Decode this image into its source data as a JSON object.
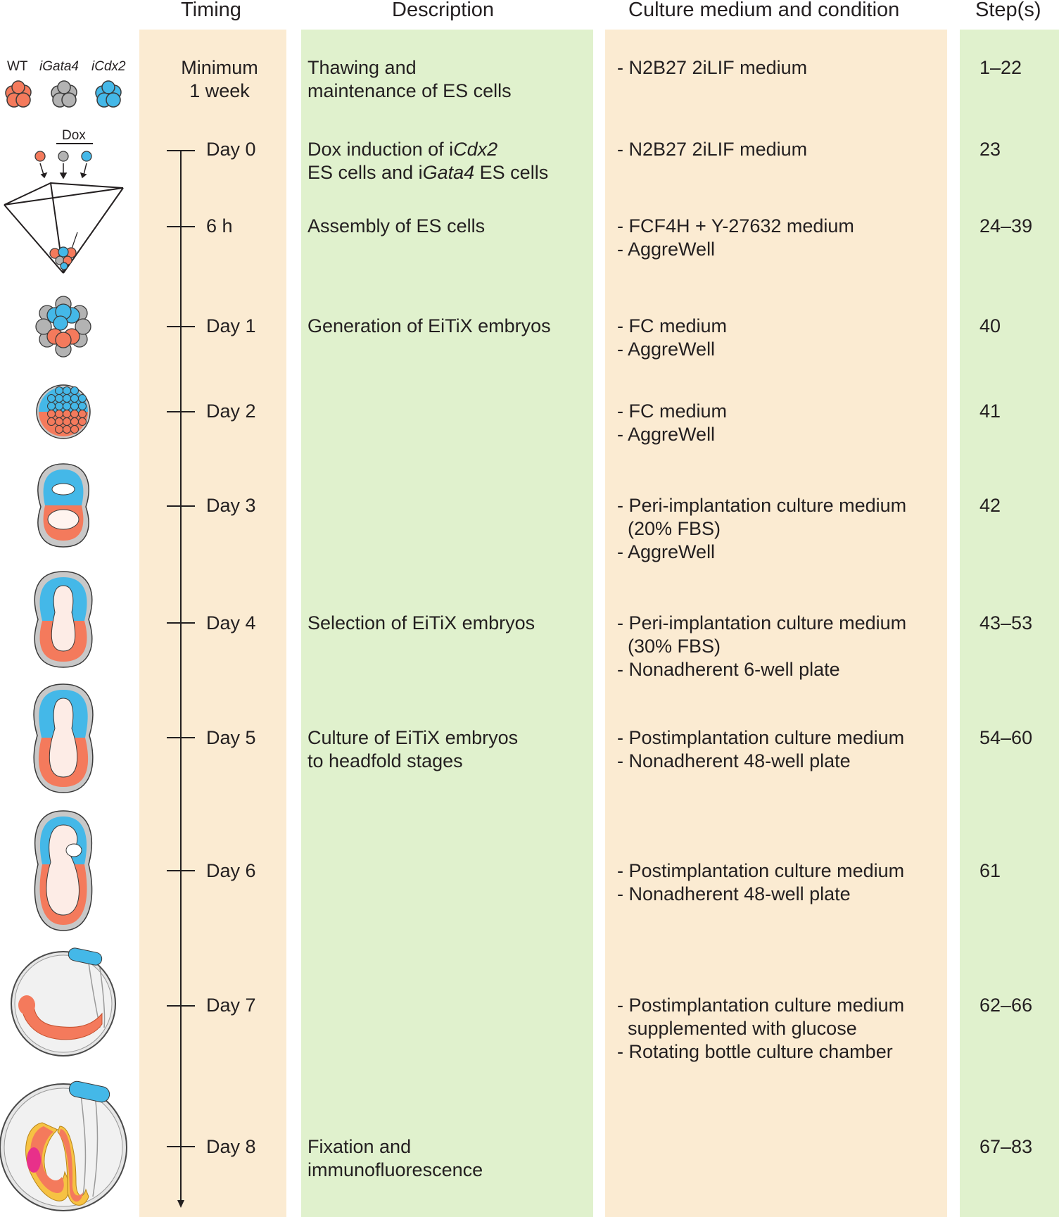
{
  "headers": {
    "timing": "Timing",
    "description": "Description",
    "medium": "Culture medium and condition",
    "steps": "Step(s)"
  },
  "illustration_labels": {
    "wt": "WT",
    "igata4": "iGata4",
    "icdx2": "iCdx2",
    "dox": "Dox"
  },
  "colors": {
    "timing_bg": "#fbebd2",
    "description_bg": "#e0f1cd",
    "medium_bg": "#fbebd2",
    "steps_bg": "#e0f1cd",
    "wt_cell": "#f47a5c",
    "igata4_cell": "#b3b3b3",
    "icdx2_cell": "#44b8e8",
    "magenta": "#e8308a",
    "yellow": "#f6c243"
  },
  "rows": [
    {
      "timing": [
        "Minimum",
        "1 week"
      ],
      "description": [
        [
          {
            "t": "Thawing and"
          }
        ],
        [
          {
            "t": "maintenance of ES cells"
          }
        ]
      ],
      "medium": [
        "- N2B27 2iLIF medium"
      ],
      "steps": "1–22"
    },
    {
      "timing": [
        "Day 0"
      ],
      "description": [
        [
          {
            "t": "Dox induction of "
          },
          {
            "t": "i",
            "i": false
          },
          {
            "t": "Cdx2",
            "i": true
          }
        ],
        [
          {
            "t": "ES cells and "
          },
          {
            "t": "i"
          },
          {
            "t": "Gata4",
            "i": true
          },
          {
            "t": " ES cells"
          }
        ]
      ],
      "medium": [
        "- N2B27 2iLIF medium"
      ],
      "steps": "23"
    },
    {
      "timing": [
        "6 h"
      ],
      "description": [
        [
          {
            "t": "Assembly of ES cells"
          }
        ]
      ],
      "medium": [
        "- FCF4H + Y-27632 medium",
        "- AggreWell"
      ],
      "steps": "24–39"
    },
    {
      "timing": [
        "Day 1"
      ],
      "description": [
        [
          {
            "t": "Generation of EiTiX embryos"
          }
        ]
      ],
      "medium": [
        "- FC medium",
        "- AggreWell"
      ],
      "steps": "40"
    },
    {
      "timing": [
        "Day 2"
      ],
      "description": [],
      "medium": [
        "- FC medium",
        "- AggreWell"
      ],
      "steps": "41"
    },
    {
      "timing": [
        "Day 3"
      ],
      "description": [],
      "medium": [
        "- Peri-implantation culture medium",
        "  (20% FBS)",
        "- AggreWell"
      ],
      "steps": "42"
    },
    {
      "timing": [
        "Day 4"
      ],
      "description": [
        [
          {
            "t": "Selection of EiTiX embryos"
          }
        ]
      ],
      "medium": [
        "- Peri-implantation culture medium",
        "  (30% FBS)",
        "- Nonadherent 6-well plate"
      ],
      "steps": "43–53"
    },
    {
      "timing": [
        "Day 5"
      ],
      "description": [
        [
          {
            "t": "Culture of EiTiX embryos"
          }
        ],
        [
          {
            "t": "to headfold stages"
          }
        ]
      ],
      "medium": [
        "- Postimplantation culture medium",
        "- Nonadherent 48-well plate"
      ],
      "steps": "54–60"
    },
    {
      "timing": [
        "Day 6"
      ],
      "description": [],
      "medium": [
        "- Postimplantation culture medium",
        "- Nonadherent 48-well plate"
      ],
      "steps": "61"
    },
    {
      "timing": [
        "Day 7"
      ],
      "description": [],
      "medium": [
        "- Postimplantation culture medium",
        "  supplemented with glucose",
        "- Rotating bottle culture chamber"
      ],
      "steps": "62–66"
    },
    {
      "timing": [
        "Day 8"
      ],
      "description": [
        [
          {
            "t": "Fixation and"
          }
        ],
        [
          {
            "t": "immunofluorescence"
          }
        ]
      ],
      "medium": [],
      "steps": "67–83"
    }
  ]
}
